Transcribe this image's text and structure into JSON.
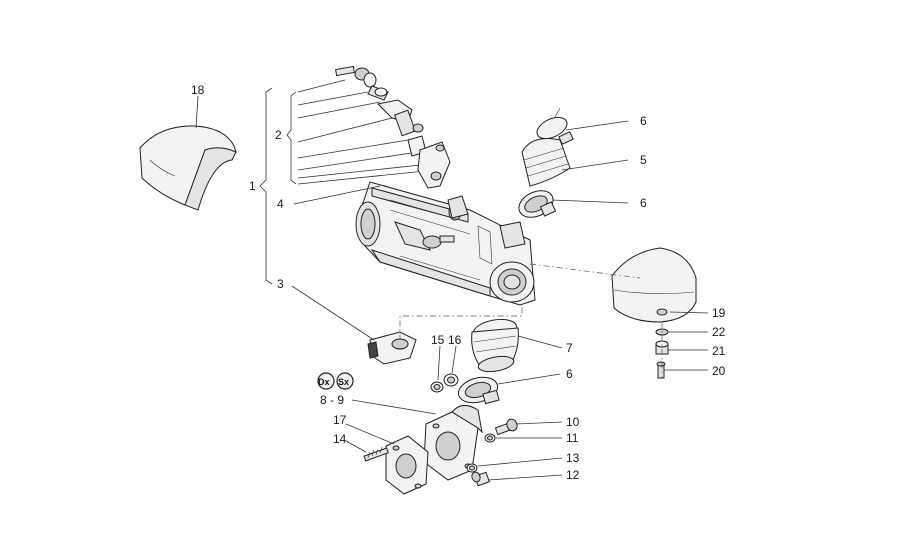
{
  "callouts": {
    "n1": "1",
    "n2": "2",
    "n3": "3",
    "n4": "4",
    "n5": "5",
    "n6a": "6",
    "n6b": "6",
    "n6c": "6",
    "n7": "7",
    "n8_9": "8 - 9",
    "n10": "10",
    "n11": "11",
    "n12": "12",
    "n13": "13",
    "n14": "14",
    "n15": "15",
    "n16": "16",
    "n17": "17",
    "n18": "18",
    "n19": "19",
    "n20": "20",
    "n21": "21",
    "n22": "22"
  },
  "badges": {
    "left": "Dx",
    "right": "Sx"
  }
}
